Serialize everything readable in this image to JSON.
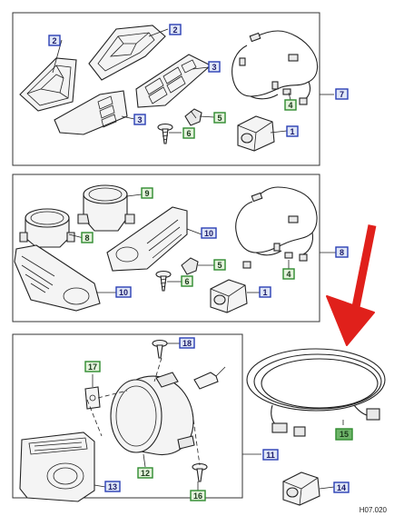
{
  "callouts": {
    "top": {
      "c2a": "2",
      "c2b": "2",
      "c3a": "3",
      "c3b": "3",
      "c4": "4",
      "c5": "5",
      "c6": "6",
      "c1": "1",
      "c7": "7"
    },
    "mid": {
      "c9": "9",
      "c8a": "8",
      "c10a": "10",
      "c10b": "10",
      "c5": "5",
      "c6": "6",
      "c4": "4",
      "c1": "1",
      "c8b": "8"
    },
    "bot": {
      "c17": "17",
      "c18": "18",
      "c12": "12",
      "c13": "13",
      "c16": "16",
      "c11": "11",
      "c15": "15",
      "c14": "14"
    }
  },
  "footer": {
    "code": "H07.020"
  },
  "colors": {
    "blue_tag": "#2a3fb5",
    "green_tag": "#2f8b2f",
    "arrow": "#e0201b"
  }
}
